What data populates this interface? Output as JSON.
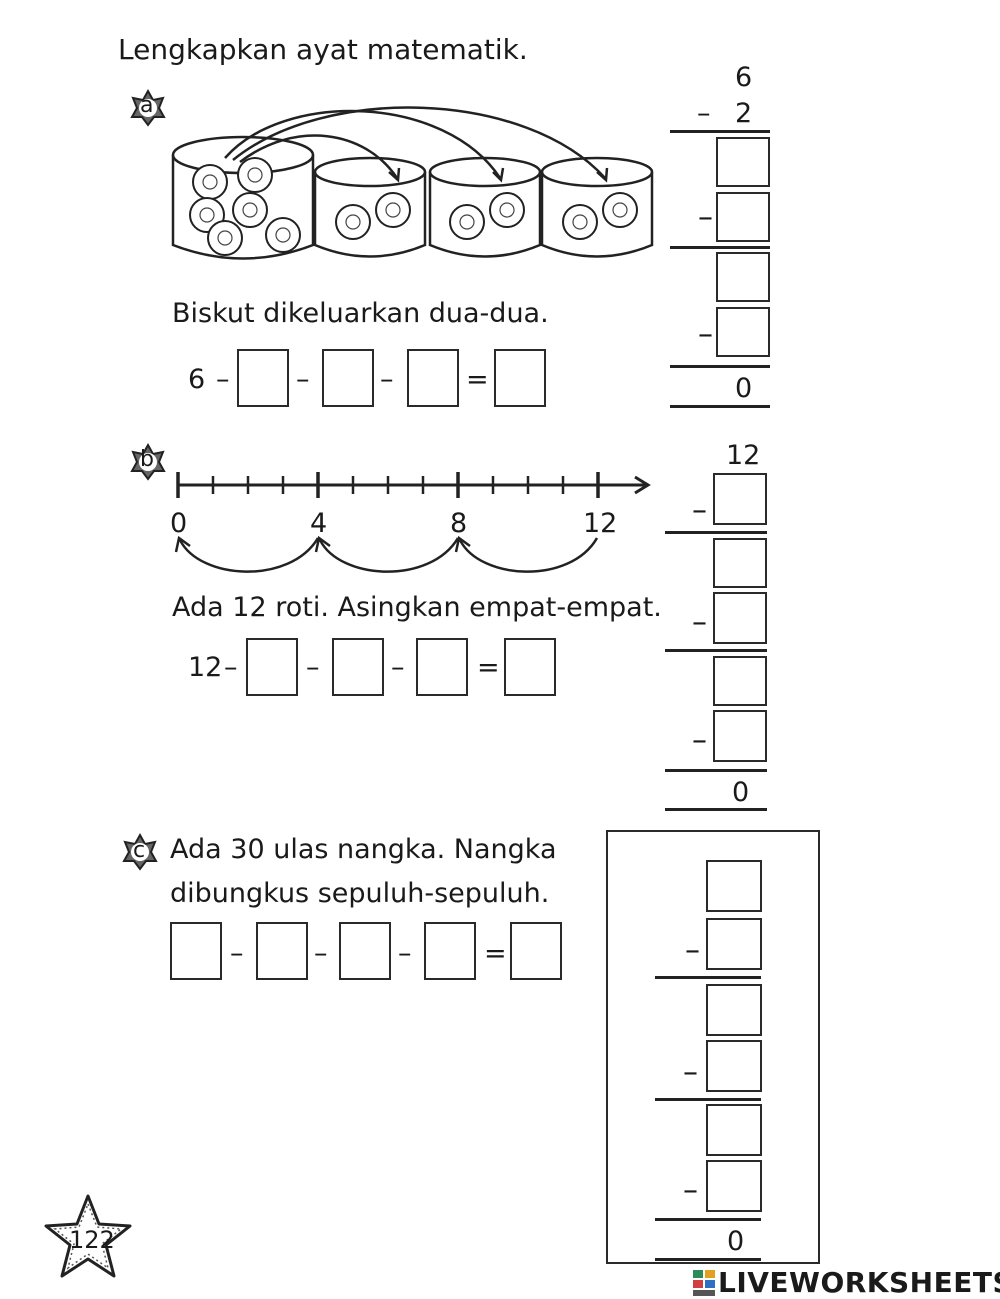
{
  "instruction": "Lengkapkan ayat matematik.",
  "badges": {
    "a": "a",
    "b": "b",
    "c": "c"
  },
  "a": {
    "caption": "Biskut dikeluarkan dua-dua.",
    "start": "6",
    "minus": "–",
    "equals": "=",
    "vertical": {
      "top": "6",
      "second": "2",
      "minus": "–",
      "result": "0"
    }
  },
  "b": {
    "numberline": {
      "labels": [
        "0",
        "4",
        "8",
        "12"
      ]
    },
    "caption": "Ada 12 roti. Asingkan empat-empat.",
    "start": "12",
    "minus": "–",
    "equals": "=",
    "vertical": {
      "top": "12",
      "minus": "–",
      "result": "0"
    }
  },
  "c": {
    "caption_line1": "Ada 30 ulas nangka. Nangka",
    "caption_line2": "dibungkus sepuluh-sepuluh.",
    "minus": "–",
    "equals": "=",
    "vertical": {
      "minus": "–",
      "result": "0"
    }
  },
  "page_number": "122",
  "brand": {
    "text": "LIVEWORKSHEETS",
    "color": "#1a1a1a",
    "accent": "#2e8b57"
  }
}
